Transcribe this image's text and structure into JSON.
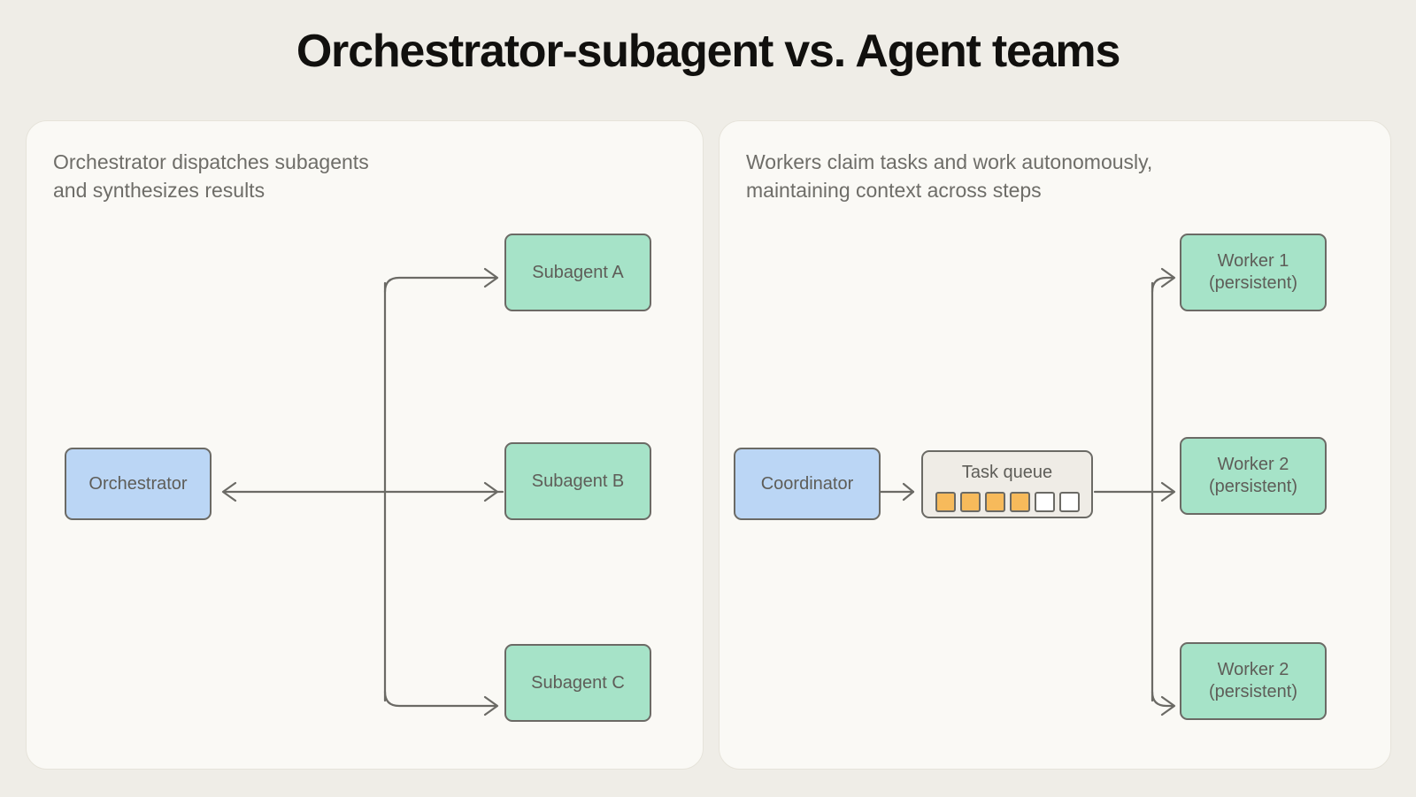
{
  "title": "Orchestrator-subagent vs. Agent teams",
  "colors": {
    "page_background": "#EFEDE7",
    "panel_background": "#FAF9F5",
    "node_blue": "#BBD6F5",
    "node_green": "#A6E3C8",
    "queue_background": "#EFECE6",
    "queue_filled": "#F7BA5B",
    "stroke": "#6B6A65",
    "title_text": "#11100E",
    "body_text": "#6E6D68"
  },
  "panels": {
    "left": {
      "subtitle": "Orchestrator dispatches subagents\nand synthesizes results",
      "root": {
        "label": "Orchestrator",
        "color": "blue"
      },
      "children": [
        {
          "label": "Subagent A",
          "color": "green"
        },
        {
          "label": "Subagent B",
          "color": "green"
        },
        {
          "label": "Subagent C",
          "color": "green"
        }
      ]
    },
    "right": {
      "subtitle": "Workers claim tasks and work autonomously,\nmaintaining context across steps",
      "root": {
        "label": "Coordinator",
        "color": "blue"
      },
      "queue": {
        "label": "Task queue",
        "total_slots": 6,
        "filled_slots": 4,
        "cells": [
          true,
          true,
          true,
          true,
          false,
          false
        ]
      },
      "children": [
        {
          "label": "Worker 1\n(persistent)",
          "color": "green"
        },
        {
          "label": "Worker 2\n(persistent)",
          "color": "green"
        },
        {
          "label": "Worker 2\n(persistent)",
          "color": "green"
        }
      ]
    }
  }
}
